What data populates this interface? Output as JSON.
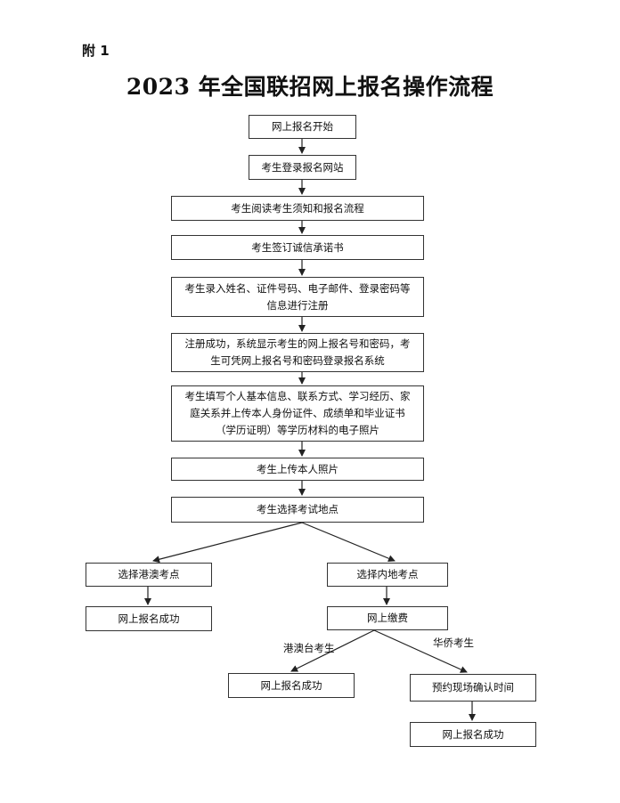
{
  "attachment": "附 1",
  "title": "2023 年全国联招网上报名操作流程",
  "steps": {
    "start": "网上报名开始",
    "login": "考生登录报名网站",
    "read": "考生阅读考生须知和报名流程",
    "sign": "考生签订诚信承诺书",
    "register": "考生录入姓名、证件号码、电子邮件、登录密码等\n信息进行注册",
    "success_msg": "注册成功，系统显示考生的网上报名号和密码，考\n生可凭网上报名号和密码登录报名系统",
    "fill_info": "考生填写个人基本信息、联系方式、学习经历、家\n庭关系并上传本人身份证件、成绩单和毕业证书\n（学历证明）等学历材料的电子照片",
    "upload_photo": "考生上传本人照片",
    "choose_site": "考生选择考试地点"
  },
  "branches": {
    "hk_macau_site": "选择港澳考点",
    "hk_macau_success": "网上报名成功",
    "mainland_site": "选择内地考点",
    "payment": "网上缴费",
    "hmt_label": "港澳台考生",
    "overseas_label": "华侨考生",
    "hmt_success": "网上报名成功",
    "schedule_confirm": "预约现场确认时间",
    "overseas_success": "网上报名成功"
  }
}
